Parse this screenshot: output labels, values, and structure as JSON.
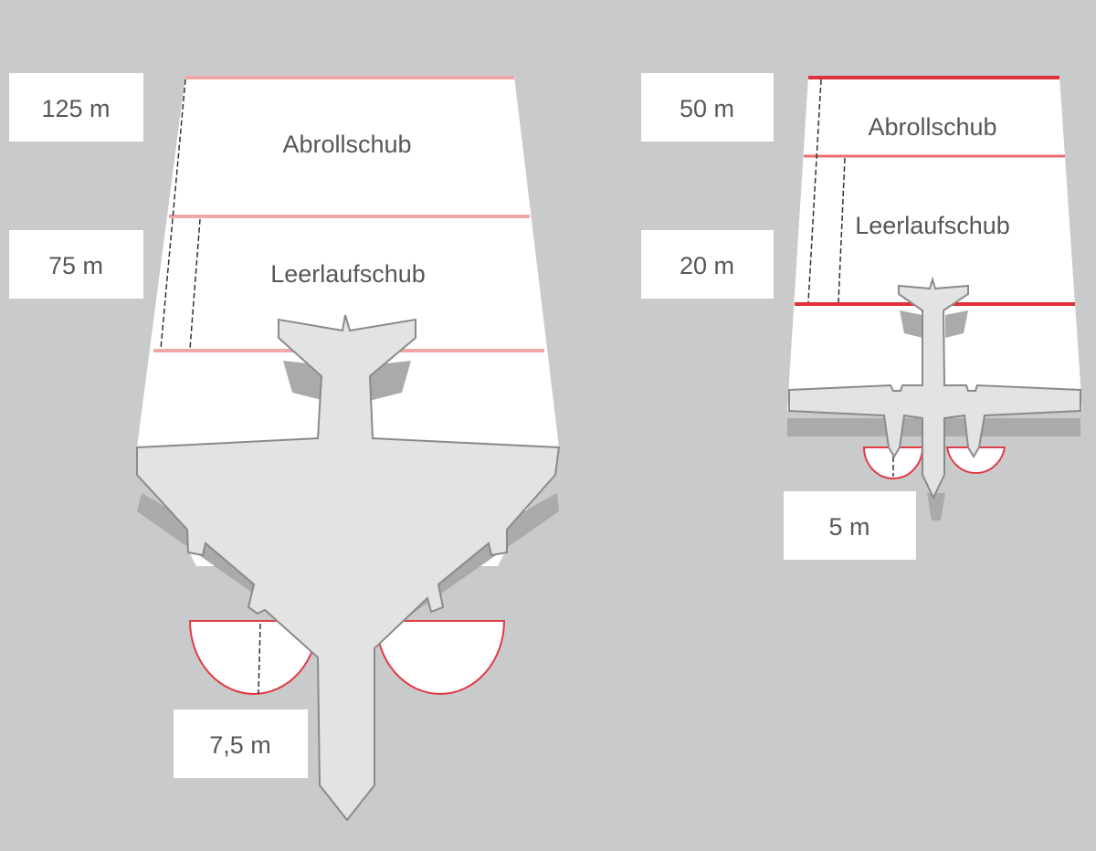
{
  "large_aircraft": {
    "zones": [
      {
        "name": "Abrollschub",
        "distance": "125 m"
      },
      {
        "name": "Leerlaufschub",
        "distance": "75 m"
      }
    ],
    "engine_intake_distance": "7,5 m"
  },
  "small_aircraft": {
    "zones": [
      {
        "name": "Abrollschub",
        "distance": "50 m"
      },
      {
        "name": "Leerlaufschub",
        "distance": "20 m"
      }
    ],
    "engine_intake_distance": "5 m"
  },
  "colors": {
    "background": "#c9cacc",
    "zone": "#ffffff",
    "boundary": "#e0303a",
    "aircraft": "#e3e3e3"
  }
}
